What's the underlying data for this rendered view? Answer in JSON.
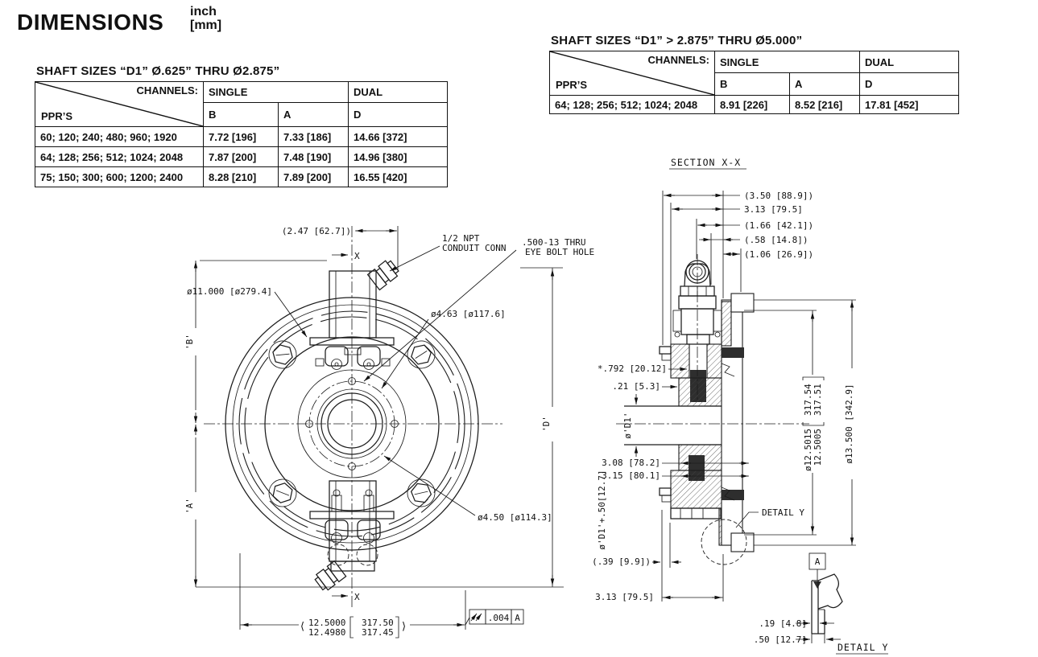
{
  "page": {
    "title": "DIMENSIONS",
    "units_inch": "inch",
    "units_mm": "[mm]"
  },
  "table_small_shaft": {
    "title": "SHAFT SIZES “D1” Ø.625” THRU Ø2.875”",
    "corner": {
      "top": "CHANNELS:",
      "bottom": "PPR’S"
    },
    "groups": {
      "single": "SINGLE",
      "dual": "DUAL"
    },
    "columns": {
      "b": "B",
      "a": "A",
      "d": "D"
    },
    "rows": [
      {
        "ppr": "60; 120; 240; 480; 960; 1920",
        "b": "7.72 [196]",
        "a": "7.33 [186]",
        "d": "14.66 [372]"
      },
      {
        "ppr": "64; 128; 256; 512; 1024; 2048",
        "b": "7.87 [200]",
        "a": "7.48 [190]",
        "d": "14.96 [380]"
      },
      {
        "ppr": "75; 150; 300; 600; 1200; 2400",
        "b": "8.28 [210]",
        "a": "7.89 [200]",
        "d": "16.55 [420]"
      }
    ]
  },
  "table_large_shaft": {
    "title": "SHAFT SIZES “D1” > 2.875” THRU Ø5.000”",
    "corner": {
      "top": "CHANNELS:",
      "bottom": "PPR’S"
    },
    "groups": {
      "single": "SINGLE",
      "dual": "DUAL"
    },
    "columns": {
      "b": "B",
      "a": "A",
      "d": "D"
    },
    "rows": [
      {
        "ppr": "64; 128; 256; 512; 1024; 2048",
        "b": "8.91 [226]",
        "a": "8.52 [216]",
        "d": "17.81 [452]"
      }
    ]
  },
  "front_view": {
    "dim_conduit_offset": "(2.47 [62.7])",
    "section_marker_top": "X",
    "section_marker_bottom": "X",
    "callout_conduit": [
      "1/2 NPT",
      "CONDUIT CONN"
    ],
    "callout_eye_bolt": [
      ".500-13 THRU",
      "EYE BOLT HOLE"
    ],
    "dim_outer_diameter": "ø11.000 [ø279.4]",
    "dim_bolt_circle": "ø4.63 [ø117.6]",
    "dim_pilot": "ø4.50 [ø114.3]",
    "label_b": "'B'",
    "label_a": "'A'",
    "label_d": "'D'",
    "dim_overall": {
      "open": "⟨",
      "inch_top": "12.5000",
      "inch_bottom": "12.4980",
      "mm_top": "317.50",
      "mm_bottom": "317.45",
      "close": "⟩"
    },
    "fcf": {
      "tolerance": ".004",
      "datum": "A"
    }
  },
  "section_view": {
    "title": "SECTION X-X",
    "dim_overall_depth": "(3.50 [88.9])",
    "dim_housing_depth": "3.13 [79.5]",
    "dim_conduit_to_face": "(1.66 [42.1])",
    "dim_cap": "(.58 [14.8])",
    "dim_flange_thickness": "(1.06 [26.9])",
    "dim_shaft_engagement": "*.792 [20.12]",
    "dim_clearance": ".21 [5.3]",
    "label_bore": "ø'D1'",
    "dim_depth_min": "3.08 [78.2]",
    "dim_depth_max": "3.15 [80.1]",
    "label_counterbore": "ø'D1'+.50[12.7]",
    "dim_register": {
      "inch_top": "ø12.5015",
      "inch_bottom": "12.5005",
      "mm_top": "317.54",
      "mm_bottom": "317.51"
    },
    "dim_flange_od": "ø13.500 [342.9]",
    "dim_gap": "(.39 [9.9])",
    "dim_mount_depth": "3.13 [79.5]",
    "detail_callout": "DETAIL Y",
    "datum_label": "A",
    "detail": {
      "dim_lip": ".19 [4.8]",
      "dim_rim": ".50 [12.7]",
      "title": "DETAIL Y"
    }
  }
}
